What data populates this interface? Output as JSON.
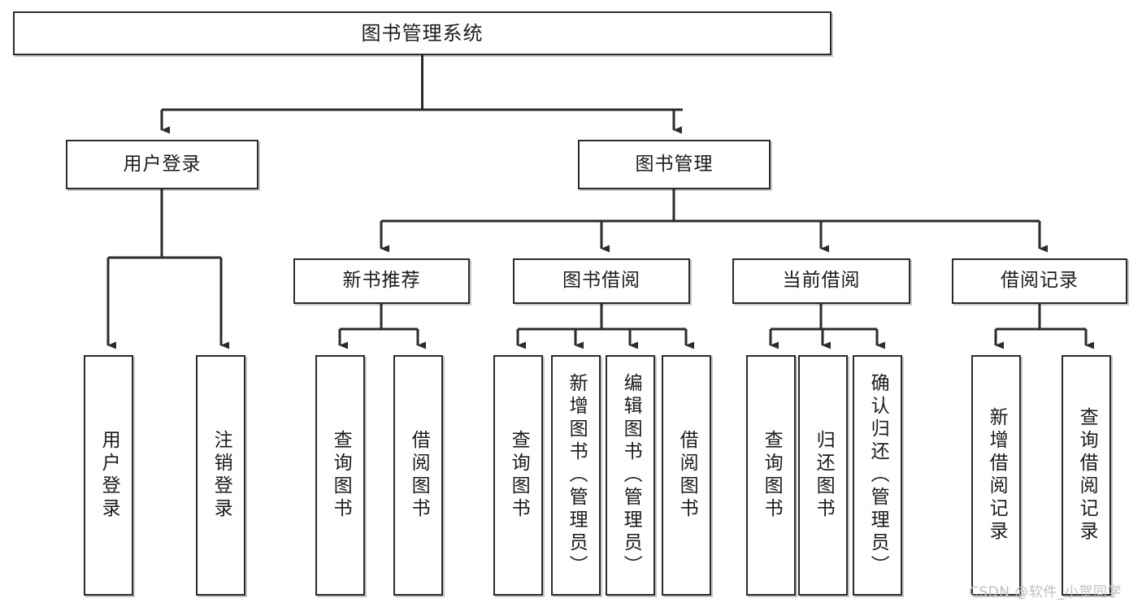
{
  "diagram": {
    "type": "tree-hierarchy-chart",
    "title": "图书管理系统",
    "watermark": "CSDN @软件_小贺同学",
    "colors": {
      "line": "#2b2b2b",
      "box_border": "#2b2b2b",
      "box_fill": "#ffffff",
      "text": "#1b1b1b",
      "watermark": "#bfbfbf",
      "background": "#ffffff"
    },
    "nodes": {
      "root": {
        "label": "图书管理系统"
      },
      "level2": [
        {
          "id": "user-login",
          "label": "用户登录"
        },
        {
          "id": "book-manage",
          "label": "图书管理"
        }
      ],
      "level3": [
        {
          "id": "new-book-recommend",
          "label": "新书推荐"
        },
        {
          "id": "book-borrow",
          "label": "图书借阅"
        },
        {
          "id": "current-borrow",
          "label": "当前借阅"
        },
        {
          "id": "borrow-record",
          "label": "借阅记录"
        }
      ],
      "leaves": [
        {
          "id": "leaf-user-login",
          "label": "用户登录",
          "parent": "user-login"
        },
        {
          "id": "leaf-logout",
          "label": "注销登录",
          "parent": "user-login"
        },
        {
          "id": "leaf-query-book-1",
          "label": "查询图书",
          "parent": "new-book-recommend"
        },
        {
          "id": "leaf-borrow-book-1",
          "label": "借阅图书",
          "parent": "new-book-recommend"
        },
        {
          "id": "leaf-query-book-2",
          "label": "查询图书",
          "parent": "book-borrow"
        },
        {
          "id": "leaf-add-book",
          "label": "新增图书（管理员）",
          "parent": "book-borrow"
        },
        {
          "id": "leaf-edit-book",
          "label": "编辑图书（管理员）",
          "parent": "book-borrow"
        },
        {
          "id": "leaf-borrow-book-2",
          "label": "借阅图书",
          "parent": "book-borrow"
        },
        {
          "id": "leaf-query-book-3",
          "label": "查询图书",
          "parent": "current-borrow"
        },
        {
          "id": "leaf-return-book",
          "label": "归还图书",
          "parent": "current-borrow"
        },
        {
          "id": "leaf-confirm-return",
          "label": "确认归还（管理员）",
          "parent": "current-borrow"
        },
        {
          "id": "leaf-add-record",
          "label": "新增借阅记录",
          "parent": "borrow-record"
        },
        {
          "id": "leaf-query-record",
          "label": "查询借阅记录",
          "parent": "borrow-record"
        }
      ]
    }
  }
}
